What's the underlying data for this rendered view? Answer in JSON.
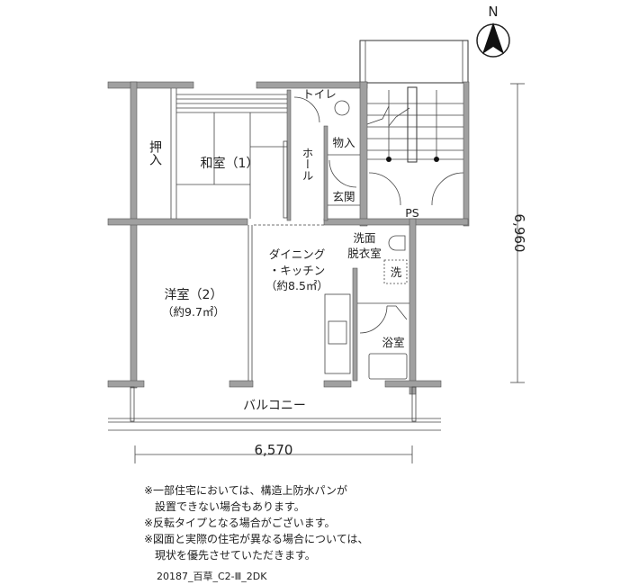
{
  "plan": {
    "rooms": {
      "oshiire": "押入",
      "washitsu": "和室（1）",
      "toilet": "トイレ",
      "monoire": "物入",
      "hall": "ホール",
      "genkan": "玄関",
      "ps": "PS",
      "senmen_1": "洗面",
      "senmen_2": "脱衣室",
      "dk_1": "ダイニング",
      "dk_2": "・キッチン",
      "dk_area": "（約8.5㎡）",
      "washer": "洗",
      "yoshitsu": "洋室（2）",
      "yoshitsu_area": "（約9.7㎡）",
      "bath": "浴室",
      "balcony": "バルコニー"
    },
    "dimensions": {
      "width": "6,570",
      "depth": "6,960"
    },
    "north": "N"
  },
  "notes": [
    "※一部住宅においては、構造上防水パンが",
    "　設置できない場合もあります。",
    "※反転タイプとなる場合がございます。",
    "※図面と実際の住宅が異なる場合については、",
    "　現状を優先させていただきます。"
  ],
  "plan_code": "20187_百草_C2-Ⅲ_2DK"
}
